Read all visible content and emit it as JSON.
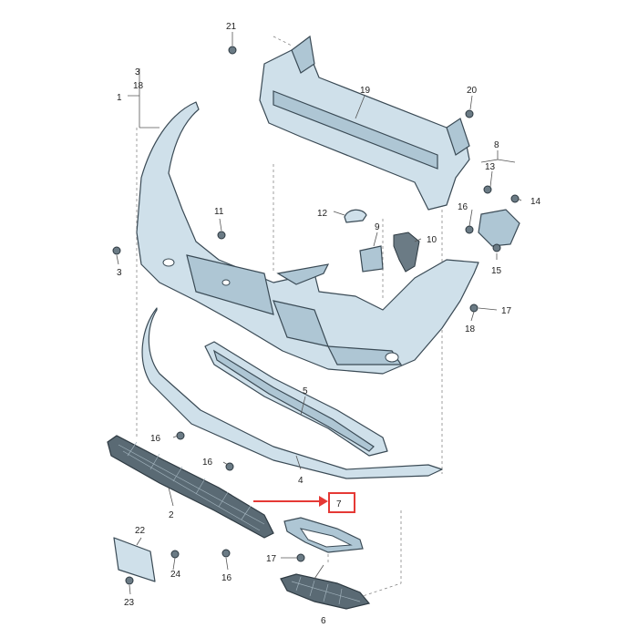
{
  "callouts": {
    "c1": "1",
    "c2": "2",
    "c3_top": "3",
    "c3_left": "3",
    "c4": "4",
    "c5": "5",
    "c6": "6",
    "c7": "7",
    "c8": "8",
    "c9": "9",
    "c10": "10",
    "c11": "11",
    "c12": "12",
    "c13": "13",
    "c14": "14",
    "c15": "15",
    "c16_a": "16",
    "c16_b": "16",
    "c16_c": "16",
    "c16_d": "16",
    "c17_a": "17",
    "c17_b": "17",
    "c18_top": "18",
    "c18_right": "18",
    "c19": "19",
    "c20": "20",
    "c21": "21",
    "c22": "22",
    "c23": "23",
    "c24": "24"
  },
  "highlight": {
    "part": "7",
    "color": "#e53935"
  },
  "colors": {
    "part_fill": "#cfe0ea",
    "grille_fill": "#5a6a74",
    "accent": "#e53935"
  },
  "icons": [
    "screw-icon",
    "clip-icon",
    "red-arrow-icon"
  ]
}
